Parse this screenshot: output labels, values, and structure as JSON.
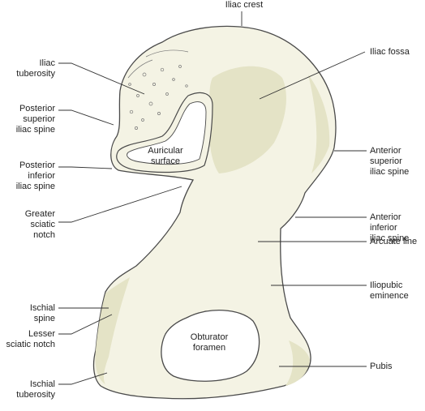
{
  "colors": {
    "bone": "#f4f3e4",
    "shade": "#e4e3c6",
    "outline": "#4a4a4a",
    "leader": "#333333",
    "text": "#222222"
  },
  "labels": {
    "iliac_crest": "Iliac crest",
    "iliac_fossa": "Iliac fossa",
    "iliac_tuberosity": "Iliac\ntuberosity",
    "posterior_superior_iliac_spine": "Posterior\nsuperior\niliac spine",
    "posterior_inferior_iliac_spine": "Posterior\ninferior\niliac spine",
    "greater_sciatic_notch": "Greater sciatic\nnotch",
    "anterior_superior_iliac_spine": "Anterior\nsuperior\niliac spine",
    "anterior_inferior_iliac_spine": "Anterior inferior\niliac spine",
    "arcuate_line": "Arcuate line",
    "iliopubic_eminence": "Iliopubic\neminence",
    "ischial_spine": "Ischial\nspine",
    "lesser_sciatic_notch": "Lesser\nsciatic notch",
    "pubis": "Pubis",
    "ischial_tuberosity": "Ischial\ntuberosity",
    "auricular_surface": "Auricular\nsurface",
    "obturator_foramen": "Obturator\nforamen"
  }
}
